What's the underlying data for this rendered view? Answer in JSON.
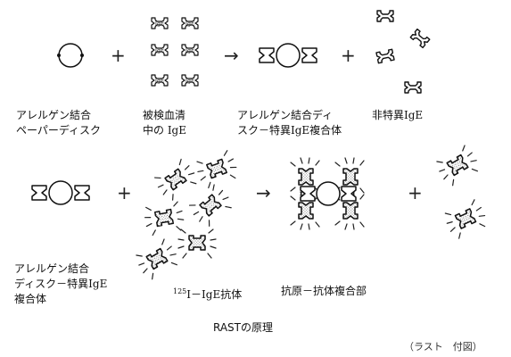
{
  "operators": {
    "plus": "+",
    "arrow": "→"
  },
  "top_row": {
    "disk_label": [
      "アレルゲン結合",
      "ペーパーディスク"
    ],
    "serum_label": [
      "被検血清",
      "中の IgE"
    ],
    "complex_label": [
      "アレルゲン結合ディ",
      "スク－特異IgE複合体"
    ],
    "nonspecific_label": "非特異IgE",
    "antibody_text": "IgE"
  },
  "bottom_row": {
    "complex_label": [
      "アレルゲン結合",
      "ディスク－特異IgE",
      "複合体"
    ],
    "labeled_sup": "125",
    "labeled_text": "I－IgE抗体",
    "antigen_antibody_label": "抗原－抗体複合部"
  },
  "caption": "RASTの原理",
  "figure_ref": "（ラスト　付図）",
  "colors": {
    "ink": "#111111",
    "stipple": "#9a9a9a",
    "background": "#ffffff"
  }
}
